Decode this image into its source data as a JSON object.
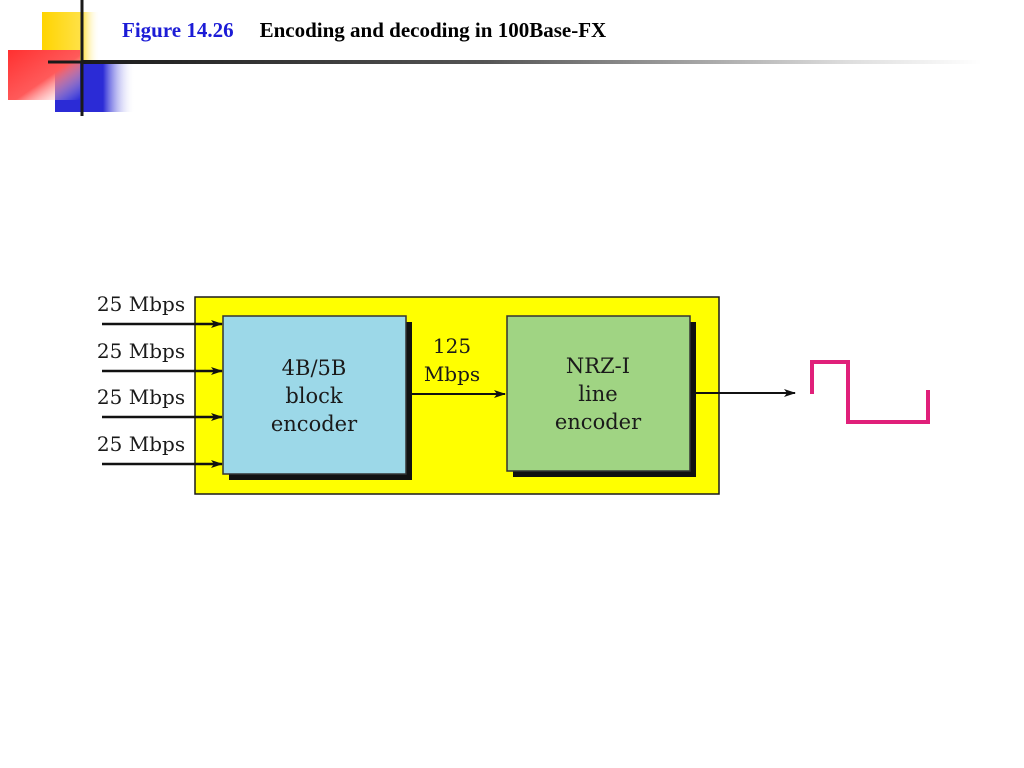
{
  "slide": {
    "figure_label": "Figure 14.26",
    "title": "Encoding and decoding in 100Base-FX"
  },
  "diagram": {
    "input_rates": [
      "25 Mbps",
      "25 Mbps",
      "25 Mbps",
      "25 Mbps"
    ],
    "encoder_4b5b": {
      "lines": [
        "4B/5B",
        "block",
        "encoder"
      ],
      "fill": "#9cd8e8"
    },
    "intermediate_rate": {
      "lines": [
        "125",
        "Mbps"
      ]
    },
    "encoder_nrzi": {
      "lines": [
        "NRZ-I",
        "line",
        "encoder"
      ],
      "fill": "#a0d483"
    },
    "background_fill": "#ffff00",
    "signal_color": "#e0207a"
  }
}
